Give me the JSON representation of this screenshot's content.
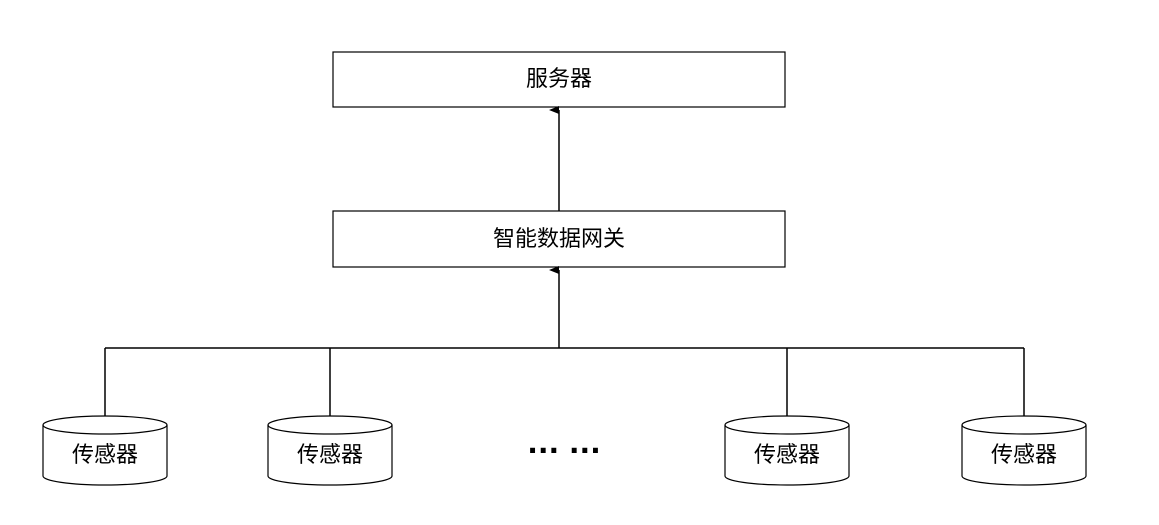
{
  "server": {
    "label": "服务器"
  },
  "gateway": {
    "label": "智能数据网关"
  },
  "sensors": [
    {
      "label": "传感器"
    },
    {
      "label": "传感器"
    },
    {
      "label": "传感器"
    },
    {
      "label": "传感器"
    }
  ],
  "ellipsis": "··· ···",
  "colors": {
    "stroke": "#000000",
    "background": "#ffffff"
  }
}
